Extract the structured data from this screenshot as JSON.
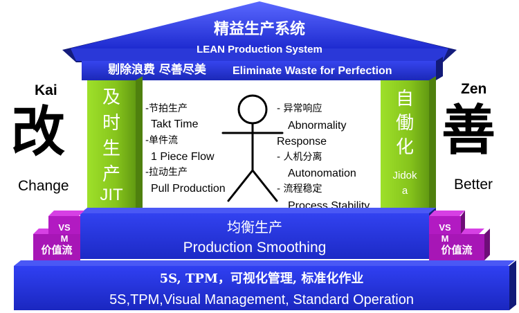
{
  "colors": {
    "roof": "#2f3fe0",
    "roof_dark": "#1a2488",
    "beam": "#1f2fc0",
    "pillar_green": "#8ccc1c",
    "pillar_green_dark": "#5e9612",
    "base_blue": "#2233dd",
    "base_dark": "#131c80",
    "step_purple": "#b21ac2",
    "step_purple_dark": "#6e0e78"
  },
  "roof": {
    "title_cn": "精益生产系统",
    "title_en": "LEAN Production System"
  },
  "beam": {
    "cn": "剔除浪费 尽善尽美",
    "en": "Eliminate Waste for Perfection"
  },
  "left_pillar": {
    "chars": [
      "及",
      "时",
      "生",
      "产"
    ],
    "en": "JIT"
  },
  "right_pillar": {
    "chars": [
      "自",
      "働",
      "化"
    ],
    "en_line1": "Jidok",
    "en_line2": "a"
  },
  "jit_list": [
    {
      "cn": "-节拍生产",
      "en": "Takt Time"
    },
    {
      "cn": "-单件流",
      "en": "1 Piece Flow"
    },
    {
      "cn": "-拉动生产",
      "en": "Pull Production"
    }
  ],
  "jidoka_list": {
    "item1_cn": "- 异常响应",
    "item1_en1": "Abnormality",
    "item1_en2": "Response",
    "item2_cn": "- 人机分离",
    "item2_en": "Autonomation",
    "item3_cn": "- 流程稳定",
    "item3_en": "Process Stability"
  },
  "left_side": {
    "label_top": "Kai",
    "glyph": "改",
    "label_bottom": "Change"
  },
  "right_side": {
    "label_top": "Zen",
    "glyph": "善",
    "label_bottom": "Better"
  },
  "vsm_left": {
    "line1": "VS",
    "line2": "M",
    "cn": "价值流"
  },
  "vsm_right": {
    "line1": "VS",
    "line2": "M",
    "cn": "价值流"
  },
  "smoothing": {
    "cn": "均衡生产",
    "en": "Production Smoothing"
  },
  "foundation": {
    "cn": "5S, TPM，可视化管理, 标准化作业",
    "en": "5S,TPM,Visual Management, Standard Operation"
  }
}
